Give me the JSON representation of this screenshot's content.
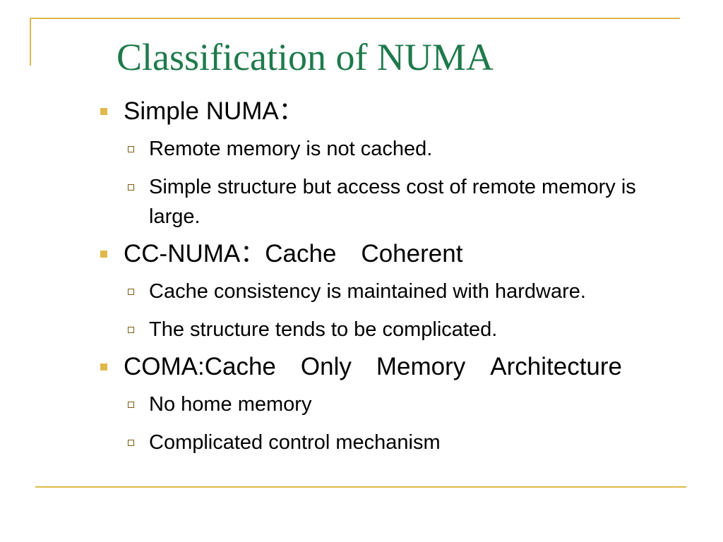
{
  "slide": {
    "title": "Classification of NUMA",
    "bullets": [
      {
        "text": "Simple NUMA：",
        "subs": [
          "Remote memory is not cached.",
          "Simple structure but access cost of remote memory is large."
        ]
      },
      {
        "text": "CC-NUMA：Cache　Coherent",
        "subs": [
          "Cache consistency is maintained with hardware.",
          "The structure tends to be complicated."
        ]
      },
      {
        "text": "COMA:Cache　Only　Memory　Architecture",
        "subs": [
          "No home memory",
          "Complicated control mechanism"
        ]
      }
    ]
  },
  "colors": {
    "title": "#1E7A4B",
    "accent_gold": "#E0B84B",
    "sub_bullet_border": "#7A5C14"
  },
  "icons": {
    "level1_bullet": "filled-square",
    "level2_bullet": "hollow-square"
  }
}
